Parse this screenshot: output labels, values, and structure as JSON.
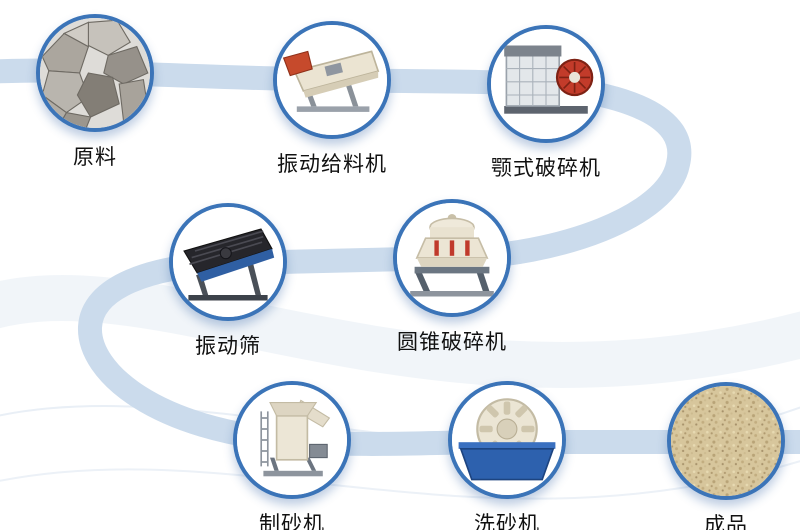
{
  "page": {
    "background_color": "#ffffff",
    "ribbon_color": "#cbdbec",
    "ring_color": "#3b74b8",
    "label_color": "#111111"
  },
  "flow_order": [
    "raw-material",
    "vibrating-feeder",
    "jaw-crusher",
    "cone-crusher",
    "vibrating-screen",
    "sand-maker",
    "sand-washer",
    "finished-product"
  ],
  "nodes": [
    {
      "id": "raw-material",
      "label": "原料",
      "icon": "rocks-icon"
    },
    {
      "id": "vibrating-feeder",
      "label": "振动给料机",
      "icon": "vibrating-feeder-icon"
    },
    {
      "id": "jaw-crusher",
      "label": "颚式破碎机",
      "icon": "jaw-crusher-icon"
    },
    {
      "id": "vibrating-screen",
      "label": "振动筛",
      "icon": "vibrating-screen-icon"
    },
    {
      "id": "cone-crusher",
      "label": "圆锥破碎机",
      "icon": "cone-crusher-icon"
    },
    {
      "id": "sand-maker",
      "label": "制砂机",
      "icon": "sand-maker-icon"
    },
    {
      "id": "sand-washer",
      "label": "洗砂机",
      "icon": "sand-washer-icon"
    },
    {
      "id": "finished-product",
      "label": "成品",
      "icon": "sand-icon"
    }
  ]
}
